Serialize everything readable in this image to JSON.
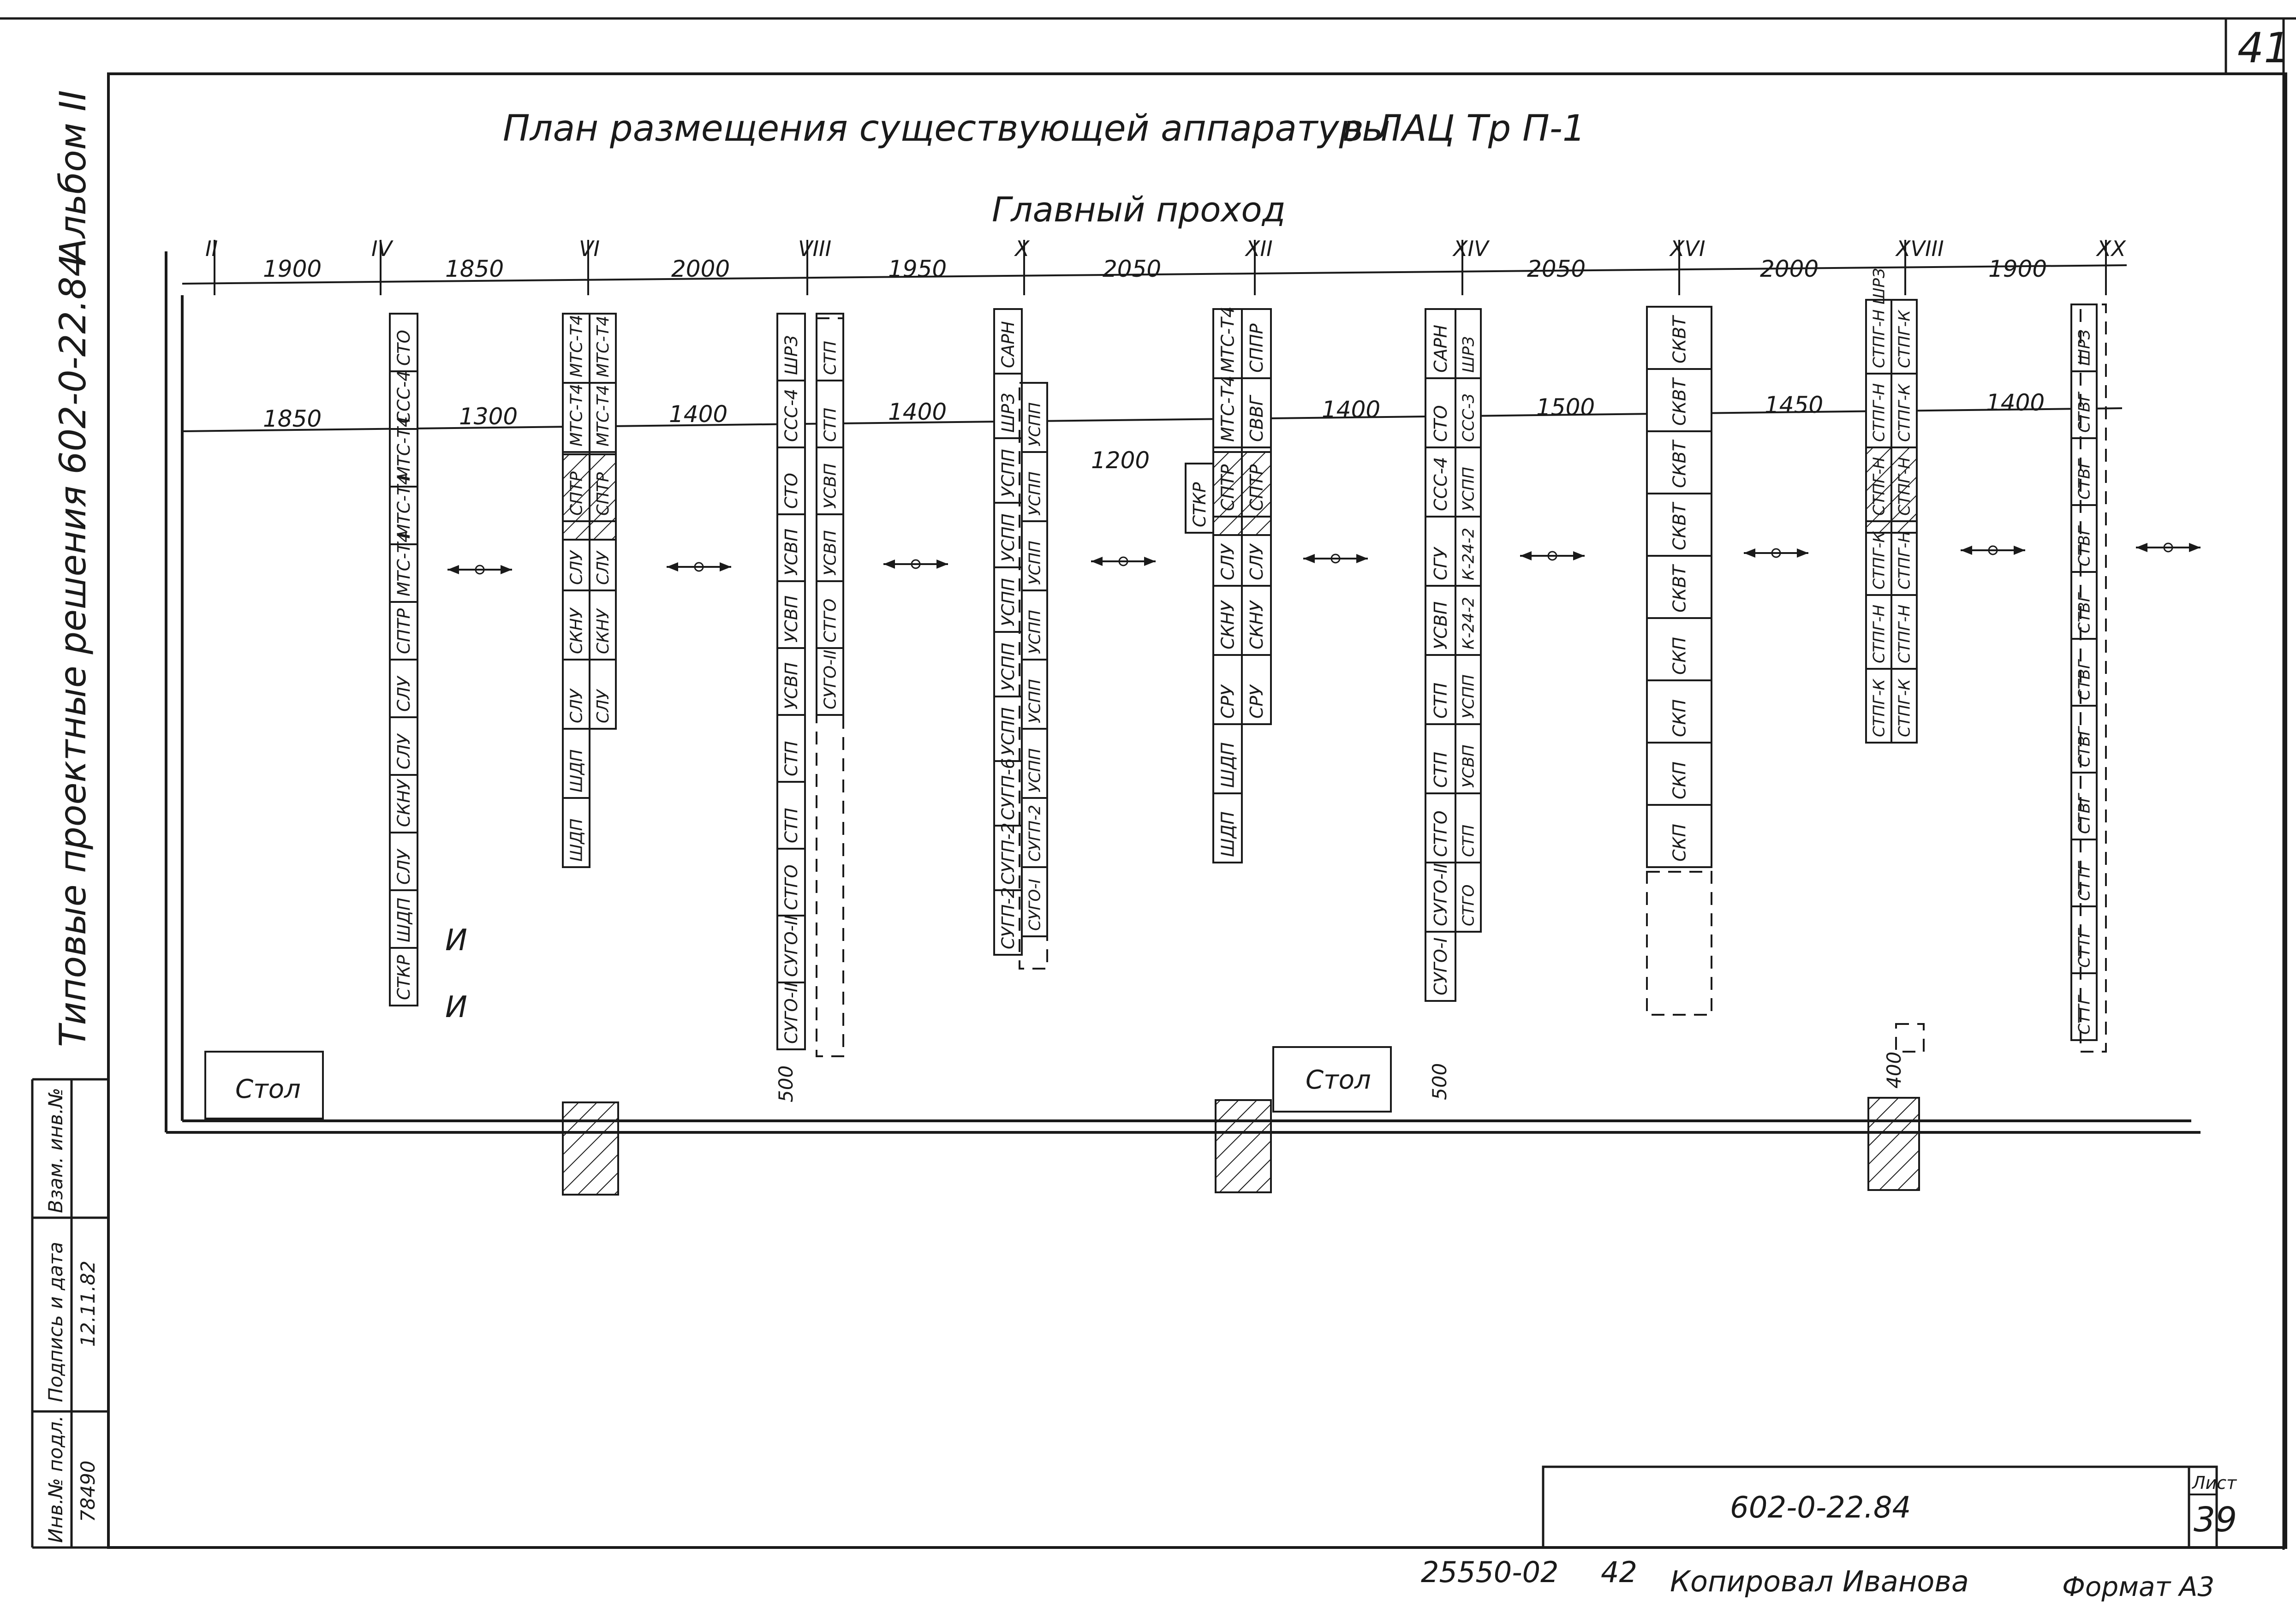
{
  "sheet_corner_number": "41",
  "title": "План размещения существующей аппаратуры",
  "title_location": "в ЛАЦ Тр П-1",
  "passage_label": "Главный проход",
  "side_texts": {
    "album": "Альбом II",
    "series": "Типовые проектные решения 602-0-22.84"
  },
  "axes": [
    "II",
    "IV",
    "VI",
    "VIII",
    "X",
    "XII",
    "XIV",
    "XVI",
    "XVIII",
    "XX"
  ],
  "top_dimensions": [
    "1900",
    "1850",
    "2000",
    "1950",
    "2050",
    "2050",
    "2000",
    "1900"
  ],
  "row_dimensions": [
    "1850",
    "1300",
    "1400",
    "1400",
    "1200",
    "1400",
    "1500",
    "1450",
    "1400"
  ],
  "tables": [
    "Стол",
    "Стол"
  ],
  "side_dims": [
    "500",
    "500",
    "400"
  ],
  "marks": [
    "И",
    "И"
  ],
  "racks": [
    {
      "col": "IV",
      "cells": [
        "СТО",
        "ССС-4",
        "МТС-Т4",
        "МТС-Т4",
        "МТС-Т4",
        "СПТР",
        "СЛУ",
        "СЛУ",
        "СКНУ",
        "СЛУ",
        "ШДП",
        "СТКР"
      ]
    },
    {
      "col": "VI-a",
      "cells": [
        "МТС-Т4",
        "МТС-Т4",
        "СПТР",
        "СЛУ",
        "СКНУ",
        "СЛУ",
        "ШДП",
        "ШДП"
      ]
    },
    {
      "col": "VI-b",
      "cells": [
        "МТС-Т4",
        "МТС-Т4",
        "СПТР",
        "СЛУ",
        "СКНУ",
        "СЛУ"
      ]
    },
    {
      "col": "VIII-a",
      "cells": [
        "ШРЗ",
        "ССС-4",
        "СТО",
        "УСВП",
        "УСВП",
        "УСВП",
        "СТП",
        "СТП",
        "СТГО",
        "СУГО-II",
        "СУГО-II"
      ]
    },
    {
      "col": "VIII-b",
      "cells": [
        "СТП",
        "СТП",
        "УСВП",
        "УСВП",
        "СТГО",
        "СУГО-II"
      ]
    },
    {
      "col": "X-a",
      "cells": [
        "САРН",
        "ШРЗ",
        "УСПП",
        "УСПП",
        "УСПП",
        "УСПП",
        "УСПП",
        "СУГП-6",
        "СУГП-2",
        "СУГП-2"
      ]
    },
    {
      "col": "X-b",
      "cells": [
        "УСПП",
        "УСПП",
        "УСПП",
        "УСПП",
        "УСПП",
        "УСПП",
        "СУГП-2",
        "СУГО-I"
      ]
    },
    {
      "col": "XII-a",
      "cells": [
        "МТС-Т4",
        "МТС-Т4",
        "СПТР",
        "СЛУ",
        "СКНУ",
        "СРУ",
        "ШДП",
        "ШДП"
      ]
    },
    {
      "col": "XII-b",
      "cells": [
        "СППР",
        "СВВГ",
        "СПТР",
        "СЛУ",
        "СКНУ",
        "СРУ"
      ]
    },
    {
      "col": "XII-c",
      "cells": [
        "СТКР"
      ]
    },
    {
      "col": "XIV-a",
      "cells": [
        "САРН",
        "СТО",
        "ССС-4",
        "СГУ",
        "УСВП",
        "СТП",
        "СТП",
        "СТГО",
        "СУГО-II",
        "СУГО-I"
      ]
    },
    {
      "col": "XIV-b",
      "cells": [
        "ШРЗ",
        "ССС-3",
        "УСПП",
        "К-24-2",
        "К-24-2",
        "УСПП",
        "УСВП",
        "СТП",
        "СТГО"
      ]
    },
    {
      "col": "XVI",
      "cells": [
        "СКВТ",
        "СКВТ",
        "СКВТ",
        "СКВТ",
        "СКВТ",
        "СКП",
        "СКП",
        "СКП",
        "СКП"
      ]
    },
    {
      "col": "XVIII-a",
      "cells": [
        "СТПГ-Н ШРЗ",
        "СТПГ-Н",
        "СТПГ-Н",
        "СТПГ-К",
        "СТПГ-Н",
        "СТПГ-К"
      ]
    },
    {
      "col": "XVIII-b",
      "cells": [
        "СТПГ-К",
        "СТПГ-К",
        "СТПГ-Н",
        "СТПГ-Н",
        "СТПГ-Н",
        "СТПГ-К"
      ]
    },
    {
      "col": "XX",
      "cells": [
        "ШРЗ",
        "СТВГ",
        "СТВГ",
        "СТВГ",
        "СТВГ",
        "СТВГ",
        "СТВГ",
        "СТВГ",
        "СТТГ",
        "СТТГ",
        "СТТГ"
      ]
    }
  ],
  "stamp": {
    "col_labels": [
      "Инв.№ подл.",
      "Подпись и дата",
      "Взам. инв.№"
    ],
    "inv_number": "78490",
    "date": "12.11.82",
    "doc_code": "602-0-22.84",
    "sheet_label": "Лист",
    "sheet_number": "39"
  },
  "footer": {
    "order": "25550-02",
    "page": "42",
    "copied_by": "Копировал Ивановa",
    "format": "Формат А3"
  }
}
